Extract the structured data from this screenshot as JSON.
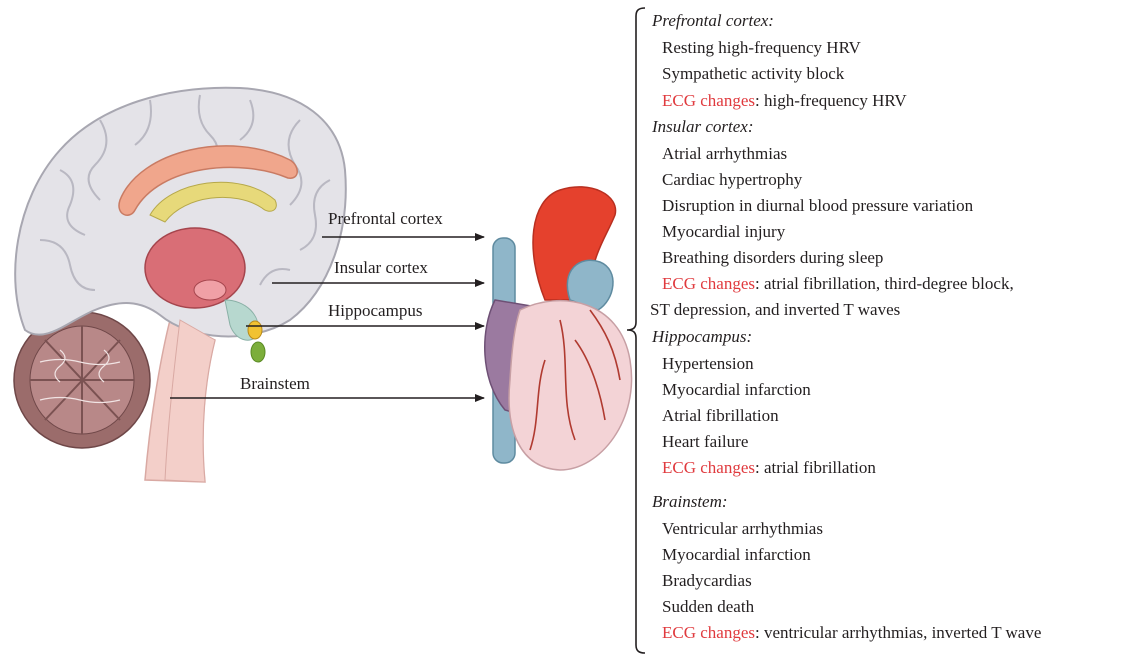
{
  "arrow_labels": {
    "prefrontal": "Prefrontal cortex",
    "insular": "Insular cortex",
    "hippocampus": "Hippocampus",
    "brainstem": "Brainstem"
  },
  "panel": {
    "ecg_label": "ECG changes",
    "sections": [
      {
        "heading": "Prefrontal cortex:",
        "items": [
          "Resting high-frequency HRV",
          "Sympathetic activity block"
        ],
        "ecg": ": high-frequency HRV"
      },
      {
        "heading": "Insular cortex:",
        "items": [
          "Atrial arrhythmias",
          "Cardiac hypertrophy",
          "Disruption in diurnal blood pressure variation",
          "Myocardial injury",
          "Breathing disorders during sleep"
        ],
        "ecg": ": atrial fibrillation, third-degree block,",
        "ecg_continuation": "ST depression, and inverted T waves"
      },
      {
        "heading": "Hippocampus:",
        "items": [
          "Hypertension",
          "Myocardial infarction",
          "Atrial fibrillation",
          "Heart failure"
        ],
        "ecg": ": atrial fibrillation"
      },
      {
        "heading": "Brainstem:",
        "items": [
          "Ventricular arrhythmias",
          "Myocardial infarction",
          "Bradycardias",
          "Sudden death"
        ],
        "ecg": ": ventricular arrhythmias, inverted T wave"
      }
    ]
  },
  "colors": {
    "ecg_red": "#e03a3e",
    "text": "#231f20",
    "aorta_red": "#e5412d",
    "vessel_blue": "#8fb6c9",
    "heart_pink": "#f3d3d6",
    "atrium_purple": "#9b7aa0",
    "cortex_gray": "#e4e3e8",
    "thalamus_pink": "#d96e76",
    "cerebellum_brown": "#9b6c6b",
    "brainstem_pink": "#f3cfc9"
  }
}
